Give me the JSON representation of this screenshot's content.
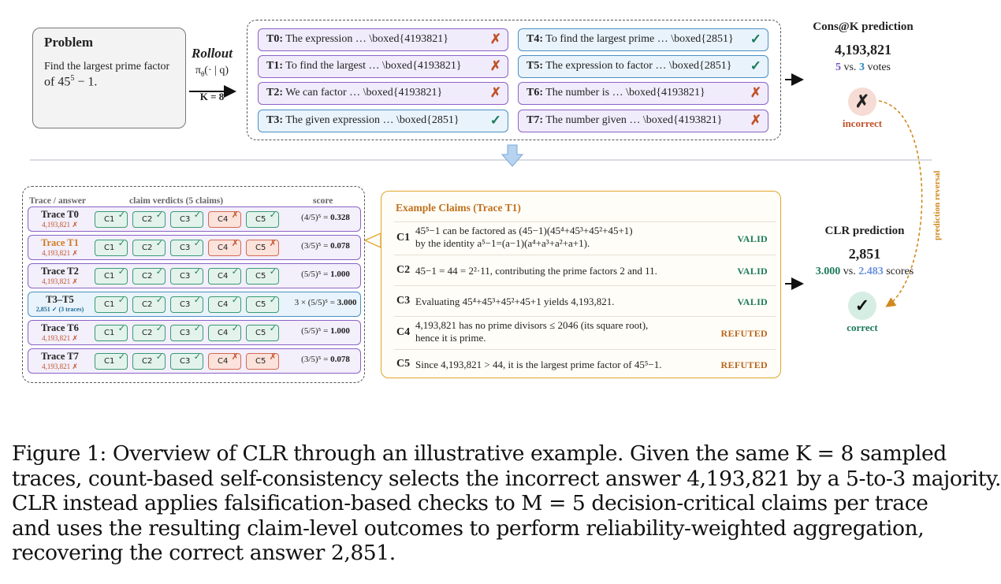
{
  "problem": {
    "title": "Problem",
    "text": "Find the largest prime factor",
    "expr_prefix": "of 45",
    "expr_exp": "5",
    "expr_suffix": " − 1."
  },
  "rollout": {
    "label": "Rollout",
    "policy": "π",
    "policy_sub": "θ",
    "policy_arg": "(· | q)",
    "k_label": "K = 8"
  },
  "traces": [
    {
      "id": "T0:",
      "text": "The expression … \\boxed{4193821}",
      "mark": "✗",
      "correct": false,
      "color": "purple"
    },
    {
      "id": "T1:",
      "text": "To find the largest … \\boxed{4193821}",
      "mark": "✗",
      "correct": false,
      "color": "purple"
    },
    {
      "id": "T2:",
      "text": "We can factor … \\boxed{4193821}",
      "mark": "✗",
      "correct": false,
      "color": "purple"
    },
    {
      "id": "T3:",
      "text": "The given expression … \\boxed{2851}",
      "mark": "✓",
      "correct": true,
      "color": "blue"
    },
    {
      "id": "T4:",
      "text": "To find the largest prime … \\boxed{2851}",
      "mark": "✓",
      "correct": true,
      "color": "blue"
    },
    {
      "id": "T5:",
      "text": "The expression to factor … \\boxed{2851}",
      "mark": "✓",
      "correct": true,
      "color": "blue"
    },
    {
      "id": "T6:",
      "text": "The number is … \\boxed{4193821}",
      "mark": "✗",
      "correct": false,
      "color": "purple"
    },
    {
      "id": "T7:",
      "text": "The number given … \\boxed{4193821}",
      "mark": "✗",
      "correct": false,
      "color": "purple"
    }
  ],
  "cons": {
    "title": "Cons@K prediction",
    "value": "4,193,821",
    "votes_a": "5",
    "votes_sep": " vs. ",
    "votes_b": "3",
    "votes_suffix": " votes",
    "status_icon": "✗",
    "status_label": "incorrect"
  },
  "verdicts": {
    "hdr_trace": "Trace / answer",
    "hdr_claims": "claim verdicts (5 claims)",
    "hdr_score": "score",
    "rows": [
      {
        "name": "Trace T0",
        "answer": "4,193,821 ✗",
        "color": "purple",
        "highlight": false,
        "claims": [
          {
            "label": "C1",
            "ok": true,
            "mark": "✓"
          },
          {
            "label": "C2",
            "ok": true,
            "mark": "✓"
          },
          {
            "label": "C3",
            "ok": true,
            "mark": "✓"
          },
          {
            "label": "C4",
            "ok": false,
            "mark": "✗"
          },
          {
            "label": "C5",
            "ok": true,
            "mark": "✓"
          }
        ],
        "score_expr": "(4/5)⁵ = ",
        "score_val": "0.328"
      },
      {
        "name": "Trace T1",
        "answer": "4,193,821 ✗",
        "color": "purple",
        "highlight": true,
        "claims": [
          {
            "label": "C1",
            "ok": true,
            "mark": "✓"
          },
          {
            "label": "C2",
            "ok": true,
            "mark": "✓"
          },
          {
            "label": "C3",
            "ok": true,
            "mark": "✓"
          },
          {
            "label": "C4",
            "ok": false,
            "mark": "✗"
          },
          {
            "label": "C5",
            "ok": false,
            "mark": "✗"
          }
        ],
        "score_expr": "(3/5)⁵ = ",
        "score_val": "0.078"
      },
      {
        "name": "Trace T2",
        "answer": "4,193,821 ✗",
        "color": "purple",
        "highlight": false,
        "claims": [
          {
            "label": "C1",
            "ok": true,
            "mark": "✓"
          },
          {
            "label": "C2",
            "ok": true,
            "mark": "✓"
          },
          {
            "label": "C3",
            "ok": true,
            "mark": "✓"
          },
          {
            "label": "C4",
            "ok": true,
            "mark": "✓"
          },
          {
            "label": "C5",
            "ok": true,
            "mark": "✓"
          }
        ],
        "score_expr": "(5/5)⁵ = ",
        "score_val": "1.000"
      },
      {
        "name": "T3–T5",
        "answer": "2,851 ✓ (3 traces)",
        "color": "blue",
        "highlight": false,
        "claims": [
          {
            "label": "C1",
            "ok": true,
            "mark": "✓"
          },
          {
            "label": "C2",
            "ok": true,
            "mark": "✓"
          },
          {
            "label": "C3",
            "ok": true,
            "mark": "✓"
          },
          {
            "label": "C4",
            "ok": true,
            "mark": "✓"
          },
          {
            "label": "C5",
            "ok": true,
            "mark": "✓"
          }
        ],
        "score_expr": "3 × (5/5)⁵ = ",
        "score_val": "3.000"
      },
      {
        "name": "Trace T6",
        "answer": "4,193,821 ✗",
        "color": "purple",
        "highlight": false,
        "claims": [
          {
            "label": "C1",
            "ok": true,
            "mark": "✓"
          },
          {
            "label": "C2",
            "ok": true,
            "mark": "✓"
          },
          {
            "label": "C3",
            "ok": true,
            "mark": "✓"
          },
          {
            "label": "C4",
            "ok": true,
            "mark": "✓"
          },
          {
            "label": "C5",
            "ok": true,
            "mark": "✓"
          }
        ],
        "score_expr": "(5/5)⁵ = ",
        "score_val": "1.000"
      },
      {
        "name": "Trace T7",
        "answer": "4,193,821 ✗",
        "color": "purple",
        "highlight": false,
        "claims": [
          {
            "label": "C1",
            "ok": true,
            "mark": "✓"
          },
          {
            "label": "C2",
            "ok": true,
            "mark": "✓"
          },
          {
            "label": "C3",
            "ok": true,
            "mark": "✓"
          },
          {
            "label": "C4",
            "ok": false,
            "mark": "✗"
          },
          {
            "label": "C5",
            "ok": false,
            "mark": "✗"
          }
        ],
        "score_expr": "(3/5)⁵ = ",
        "score_val": "0.078"
      }
    ]
  },
  "example": {
    "title": "Example Claims (Trace T1)",
    "claims": [
      {
        "id": "C1",
        "text_line1": "45⁵−1 can be factored as (45−1)(45⁴+45³+45²+45+1)",
        "text_line2": "by the identity a⁵−1=(a−1)(a⁴+a³+a²+a+1).",
        "verdict": "VALID"
      },
      {
        "id": "C2",
        "text_line1": "45−1 = 44 = 2²·11, contributing the prime factors 2 and 11.",
        "text_line2": "",
        "verdict": "VALID"
      },
      {
        "id": "C3",
        "text_line1": "Evaluating 45⁴+45³+45²+45+1 yields 4,193,821.",
        "text_line2": "",
        "verdict": "VALID"
      },
      {
        "id": "C4",
        "text_line1": "4,193,821 has no prime divisors ≤ 2046 (its square root),",
        "text_line2": "hence it is prime.",
        "verdict": "REFUTED"
      },
      {
        "id": "C5",
        "text_line1": "Since 4,193,821 > 44, it is the largest prime factor of 45⁵−1.",
        "text_line2": "",
        "verdict": "REFUTED"
      }
    ]
  },
  "clr": {
    "title": "CLR prediction",
    "value": "2,851",
    "score_a": "3.000",
    "score_sep": " vs. ",
    "score_b": "2.483",
    "score_suffix": " scores",
    "status_icon": "✓",
    "status_label": "correct",
    "reversal_label": "prediction reversal"
  },
  "caption": {
    "line1": "Figure 1: Overview of CLR through an illustrative example. Given the same K = 8 sampled",
    "line2": "traces, count-based self-consistency selects the incorrect answer 4,193,821 by a 5-to-3 majority.",
    "line3": "CLR instead applies falsification-based checks to M = 5 decision-critical claims per trace",
    "line4": "and uses the resulting claim-level outcomes to perform reliability-weighted aggregation,",
    "line5": "recovering the correct answer 2,851."
  },
  "colors": {
    "purple": "#8a63c7",
    "blue": "#4a8fc5",
    "green": "#1b7a5a",
    "red": "#c0522a",
    "orange": "#e0a52a"
  }
}
